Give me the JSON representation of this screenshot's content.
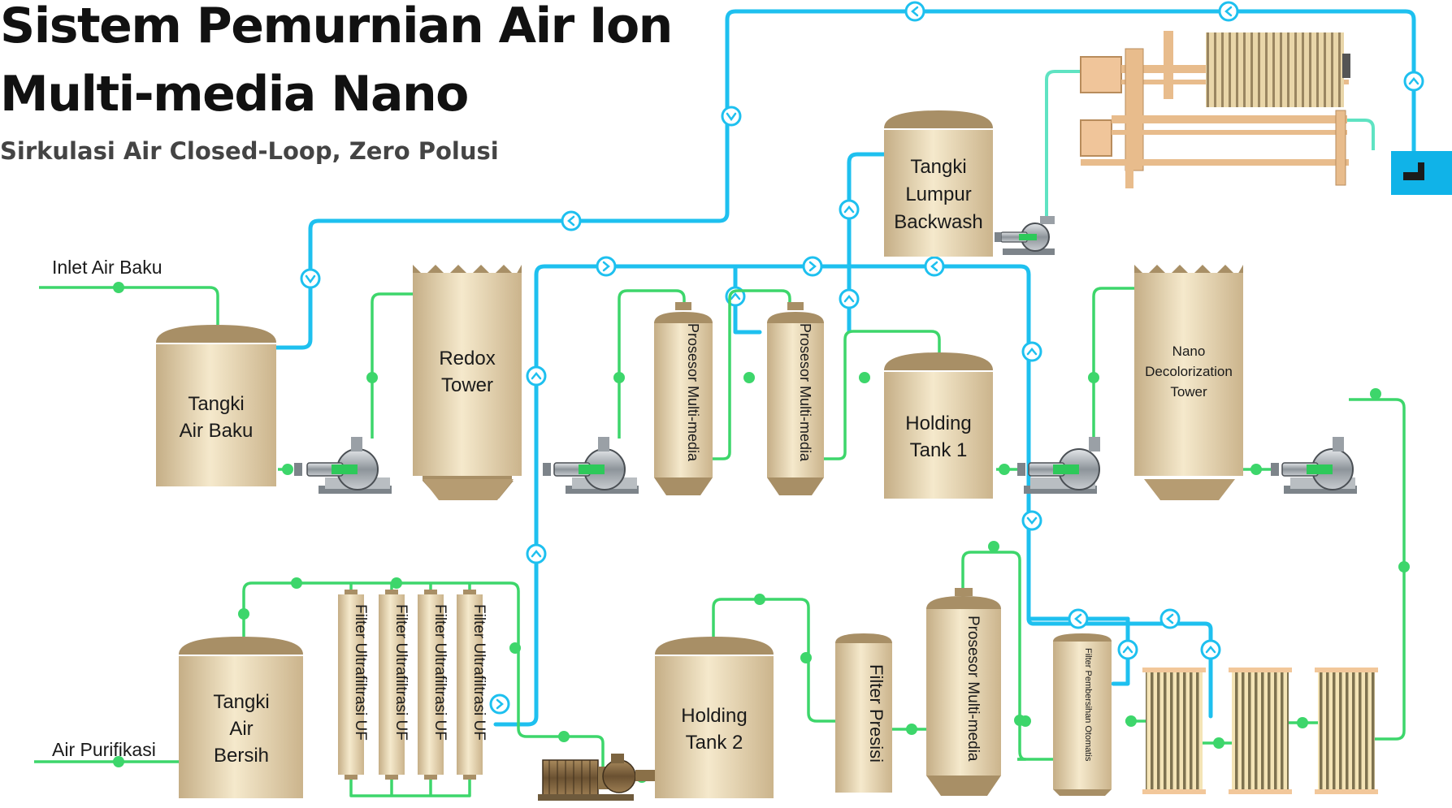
{
  "title_line1": "Sistem Pemurnian Air Ion",
  "title_line2": "Multi-media Nano",
  "subtitle": "Sirkulasi Air Closed-Loop, Zero Polusi",
  "labels": {
    "inlet": "Inlet Air Baku",
    "outlet": "Air Purifikasi",
    "raw_tank": [
      "Tangki",
      "Air Baku"
    ],
    "redox": [
      "Redox",
      "Tower"
    ],
    "multimedia": "Prosesor Multi-media",
    "holding1": [
      "Holding",
      "Tank 1"
    ],
    "sludge": [
      "Tangki",
      "Lumpur",
      "Backwash"
    ],
    "nano": [
      "Nano",
      "Decolorization",
      "Tower"
    ],
    "clean_tank": [
      "Tangki",
      "Air",
      "Bersih"
    ],
    "uf": "Filter Ultrafiltrasi UF",
    "holding2": [
      "Holding",
      "Tank 2"
    ],
    "precision": "Filter Presisi",
    "auto_filter": "Filter Pembersihan Otomatis"
  },
  "colors": {
    "backwash_line": "#1ec0ef",
    "process_line": "#3dd66b",
    "sludge_line": "#5fe3c2",
    "tank_top": "#a88f66",
    "tank_body": "#f1e3c1",
    "pump_body": "#9aa0a6",
    "pump_core": "#2ec95a",
    "collector": "#10b3e8"
  }
}
